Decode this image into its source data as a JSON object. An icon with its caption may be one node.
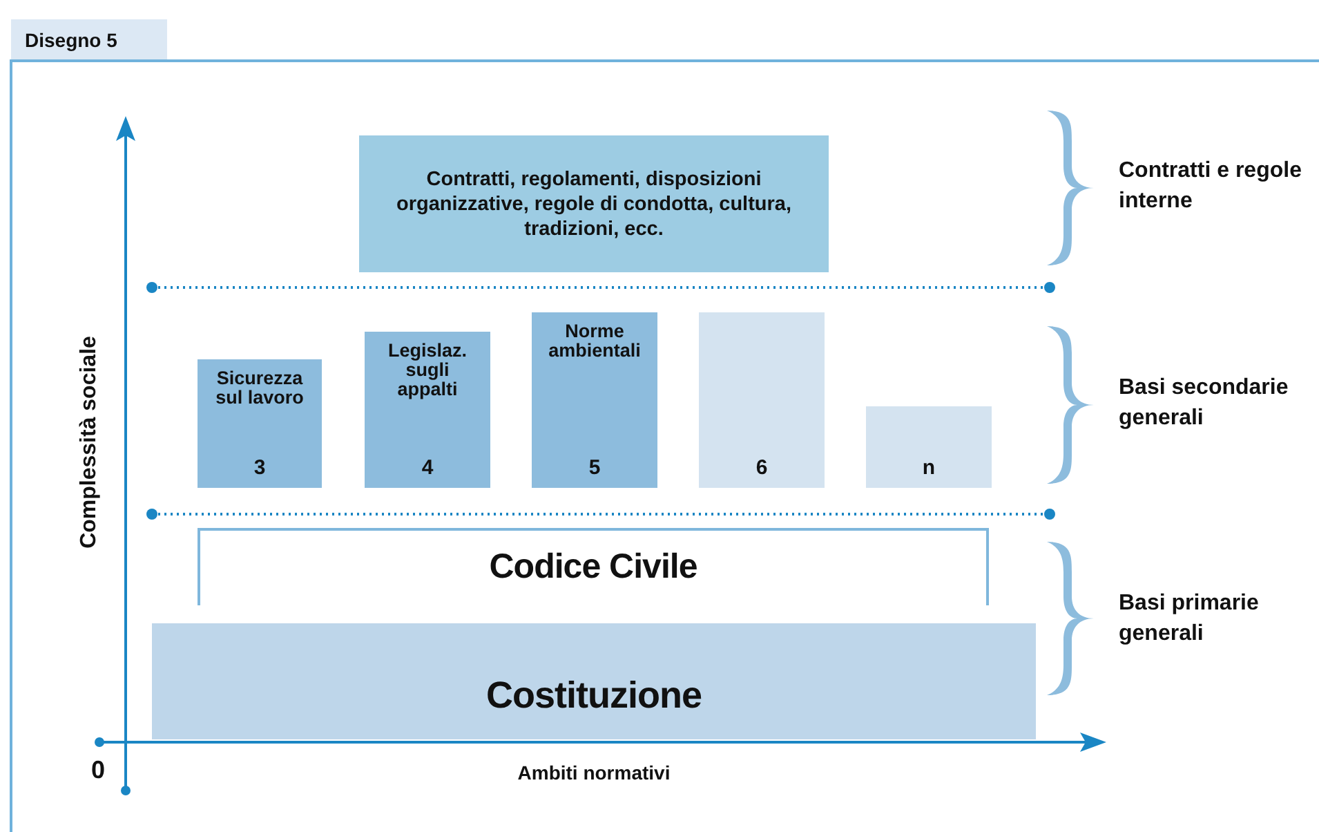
{
  "diagram": {
    "title": "Disegno 5",
    "nodes": [
      {
        "text": [
          "Contratti, regolamenti, disposizioni organizzative, regole di condotta, cultura, tradizioni, ecc."
        ]
      },
      {
        "text": [
          "Sicurezza sul lavoro",
          "3"
        ]
      },
      {
        "text": [
          "Legislaz. sugli appalti",
          "4"
        ]
      },
      {
        "text": [
          "Norme ambientali",
          "5"
        ]
      },
      {
        "text": [
          "6"
        ]
      },
      {
        "text": [
          "n"
        ]
      },
      {
        "text": [
          "Codice Civile"
        ]
      },
      {
        "text": [
          "Costituzione"
        ]
      },
      {
        "text": [],
        "shape": "brace",
        "beside": [
          "Contratti e regole interne"
        ]
      },
      {
        "text": [],
        "shape": "brace",
        "beside": [
          "Basi secondarie generali"
        ]
      },
      {
        "text": [],
        "shape": "brace",
        "beside": [
          "Basi primarie generali"
        ]
      }
    ],
    "labels": [
      "Complessità sociale",
      "0",
      "Ambiti normativi"
    ]
  }
}
